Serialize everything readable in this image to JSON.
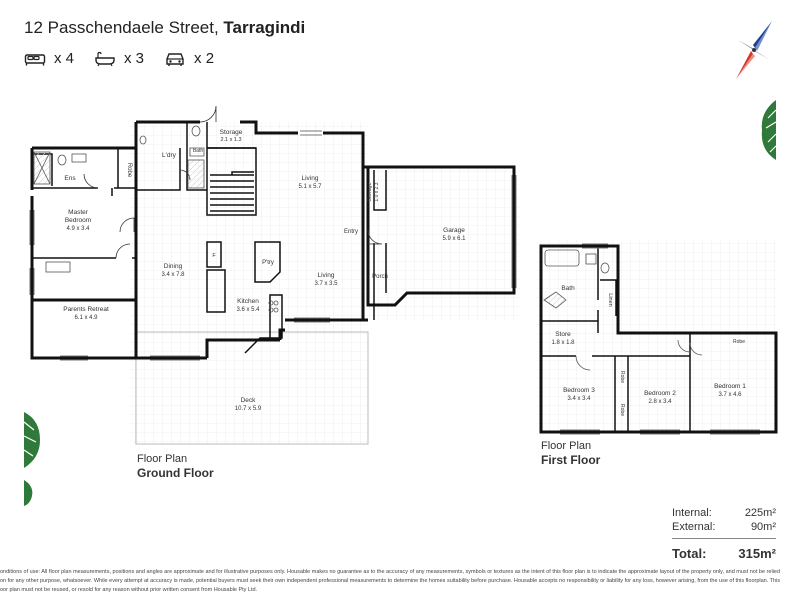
{
  "header": {
    "address_street": "12 Passchendaele Street, ",
    "address_suburb": "Tarragindi",
    "bedrooms": "x 4",
    "bathrooms": "x 3",
    "car_spaces": "x 2"
  },
  "ground_floor": {
    "caption_line1": "Floor Plan",
    "caption_line2": "Ground Floor",
    "rooms": {
      "ens": "Ens",
      "robe": "Robe",
      "ldry": "L'dry",
      "bath": "Bath",
      "storage_name": "Storage",
      "storage_dim": "2.1 x 1.3",
      "master_name": "Master",
      "master_name2": "Bedroom",
      "master_dim": "4.9 x 3.4",
      "living_top_name": "Living",
      "living_top_dim": "5.1 x 5.7",
      "storage2_name": "Storage",
      "storage2_dim": "1.0 x 2.3",
      "garage_name": "Garage",
      "garage_dim": "5.9 x 6.1",
      "entry": "Entry",
      "dining_name": "Dining",
      "dining_dim": "3.4 x 7.8",
      "fridge": "F",
      "ptry": "P'try",
      "living_name": "Living",
      "living_dim": "3.7 x 3.5",
      "porch": "Porch",
      "parents_name": "Parents Retreat",
      "parents_dim": "6.1 x 4.9",
      "kitchen_name": "Kitchen",
      "kitchen_dim": "3.6 x 5.4",
      "deck_name": "Deck",
      "deck_dim": "10.7 x 5.9"
    }
  },
  "first_floor": {
    "caption_line1": "Floor Plan",
    "caption_line2": "First Floor",
    "rooms": {
      "bath": "Bath",
      "linen": "Linen",
      "store_name": "Store",
      "store_dim": "1.8 x 1.8",
      "robe1": "Robe",
      "robe2": "Robe",
      "robe3": "Robe",
      "bed3_name": "Bedroom 3",
      "bed3_dim": "3.4 x 3.4",
      "bed2_name": "Bedroom 2",
      "bed2_dim": "2.8 x 3.4",
      "bed1_name": "Bedroom 1",
      "bed1_dim": "3.7 x 4.6"
    }
  },
  "areas": {
    "internal_label": "Internal:",
    "internal_value": "225m²",
    "external_label": "External:",
    "external_value": "90m²",
    "total_label": "Total:",
    "total_value": "315m²"
  },
  "disclaimer": {
    "line1": "onditions of use: All floor plan measurements, positions and angles are approximate and for illustrative purposes only. Housable makes no guarantee as to the accuracy of any measurements, symbols or textures as the intent of this floor plan is to indicate the approximate layout of the property only, and must not be relied",
    "line2": "on for any other purpose, whatsoever. While every attempt at accuracy is made, potential buyers must seek their own independent professional measurements to determine the homes suitability before purchase. Housable accepts no responsibility or liability for any loss, however arising, from the use of this floorplan. This",
    "line3": "oor plan must not be reused, or resold for any reason without prior written consent from Housable Pty Ltd."
  },
  "colors": {
    "wall": "#111111",
    "grid": "#e4e4e4",
    "tree": "#2f7a3a",
    "compass_red": "#d6372f",
    "compass_blue": "#1f3f8f"
  },
  "icons": [
    "bed-icon",
    "bath-icon",
    "car-icon",
    "compass-icon",
    "tree-icon"
  ]
}
